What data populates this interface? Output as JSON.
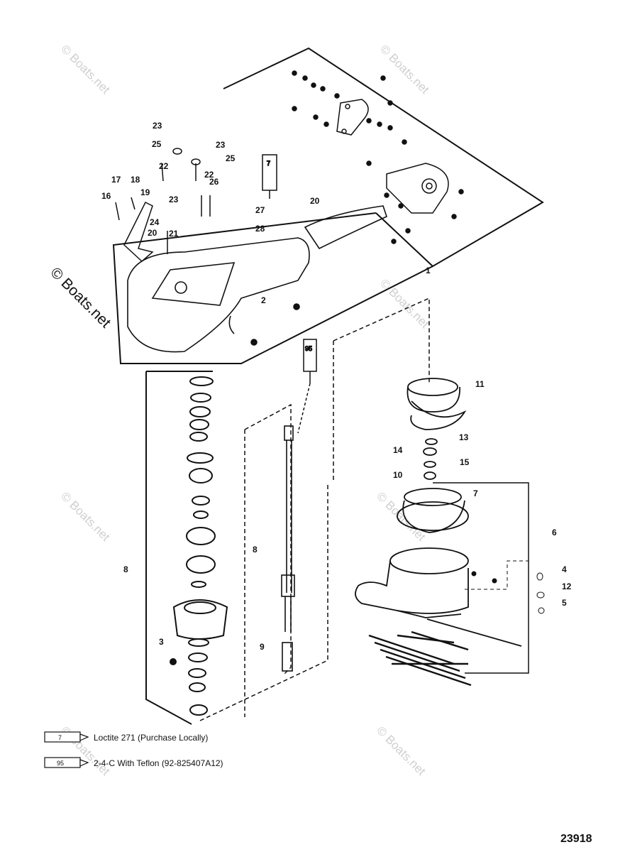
{
  "watermark": {
    "faint": "© Boats.net",
    "bold": "© Boats.net"
  },
  "callouts": {
    "c1": "1",
    "c2": "2",
    "c3": "3",
    "c4": "4",
    "c5": "5",
    "c6": "6",
    "c7a": "7",
    "c7b": "7",
    "c8": "8",
    "c9": "9",
    "c10": "10",
    "c11": "11",
    "c12": "12",
    "c13": "13",
    "c14": "14",
    "c15": "15",
    "c16": "16",
    "c17": "17",
    "c18": "18",
    "c19": "19",
    "c20a": "20",
    "c20b": "20",
    "c21": "21",
    "c22a": "22",
    "c22b": "22",
    "c23a": "23",
    "c23b": "23",
    "c23c": "23",
    "c24": "24",
    "c25a": "25",
    "c25b": "25",
    "c26": "26",
    "c27": "27",
    "c28": "28",
    "cB": "8",
    "tube7": "7",
    "tube95": "95"
  },
  "legend": [
    {
      "tube": "7",
      "text": "Loctite 271 (Purchase Locally)"
    },
    {
      "tube": "95",
      "text": "2-4-C  With Teflon (92-825407A12)"
    }
  ],
  "figure_number": "23918"
}
